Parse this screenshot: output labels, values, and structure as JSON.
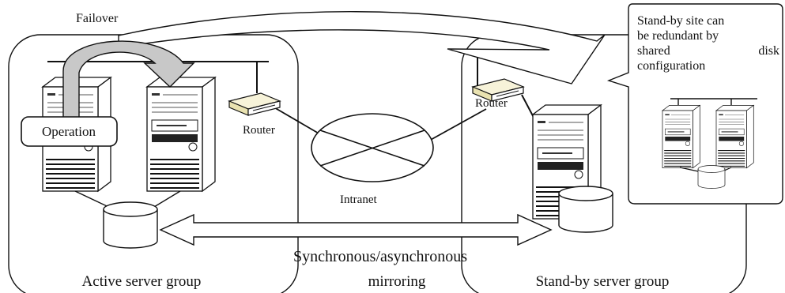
{
  "labels": {
    "failover": "Failover",
    "operation": "Operation",
    "router_left": "Router",
    "router_right": "Router",
    "intranet": "Intranet",
    "mirroring_line1": "Synchronous/asynchronous",
    "mirroring_line2": "mirroring",
    "active_group": "Active server group",
    "standby_group": "Stand-by server group"
  },
  "callout": {
    "line1": "Stand-by site can",
    "line2": "be redundant by",
    "line3_left": "shared",
    "line3_right": "disk",
    "line4": "configuration"
  },
  "colors": {
    "stroke": "#111111",
    "arrow_fill": "#c8c8c8",
    "server_body": "#ffffff",
    "background": "#ffffff"
  }
}
